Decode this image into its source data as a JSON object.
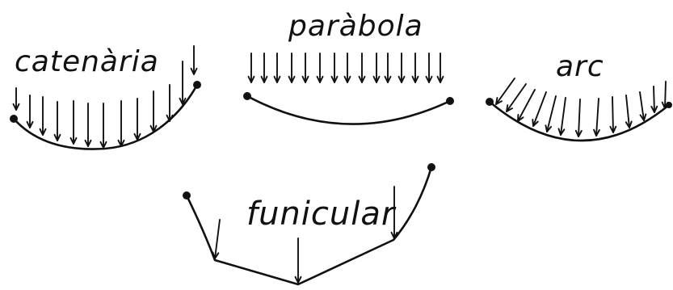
{
  "labels": {
    "catenaria": "catenària",
    "parabola": "paràbola",
    "arc": "arc",
    "funicular": "funicular"
  },
  "colors": {
    "ink": "#111111",
    "background": "#ffffff"
  }
}
